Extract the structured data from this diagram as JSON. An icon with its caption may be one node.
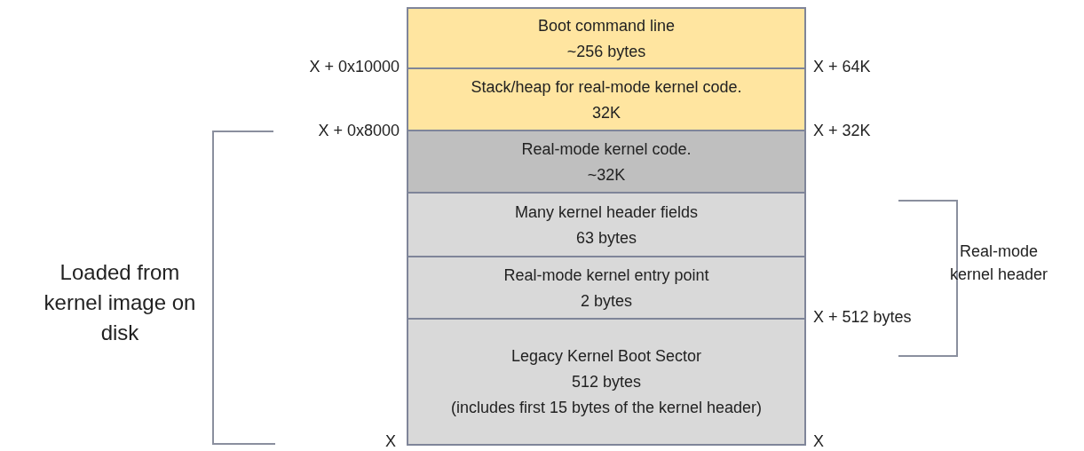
{
  "diagram": {
    "nodes": [
      {
        "text": [
          "Boot command line",
          "~256 bytes"
        ]
      },
      {
        "text": [
          "Stack/heap for real-mode kernel code.",
          "32K"
        ]
      },
      {
        "text": [
          "Real-mode kernel code.",
          "~32K"
        ]
      },
      {
        "text": [
          "Many kernel header fields",
          "63 bytes"
        ]
      },
      {
        "text": [
          "Real-mode kernel entry point",
          "2 bytes"
        ]
      },
      {
        "text": [
          "Legacy Kernel Boot Sector",
          "512 bytes",
          "(includes first 15 bytes of the kernel header)"
        ]
      }
    ],
    "labels": [
      "X + 0x10000",
      "X + 64K",
      "X + 0x8000",
      "X + 32K",
      "Real-mode kernel header",
      "Loaded from kernel image on disk",
      "X + 512 bytes",
      "X",
      "X"
    ]
  }
}
